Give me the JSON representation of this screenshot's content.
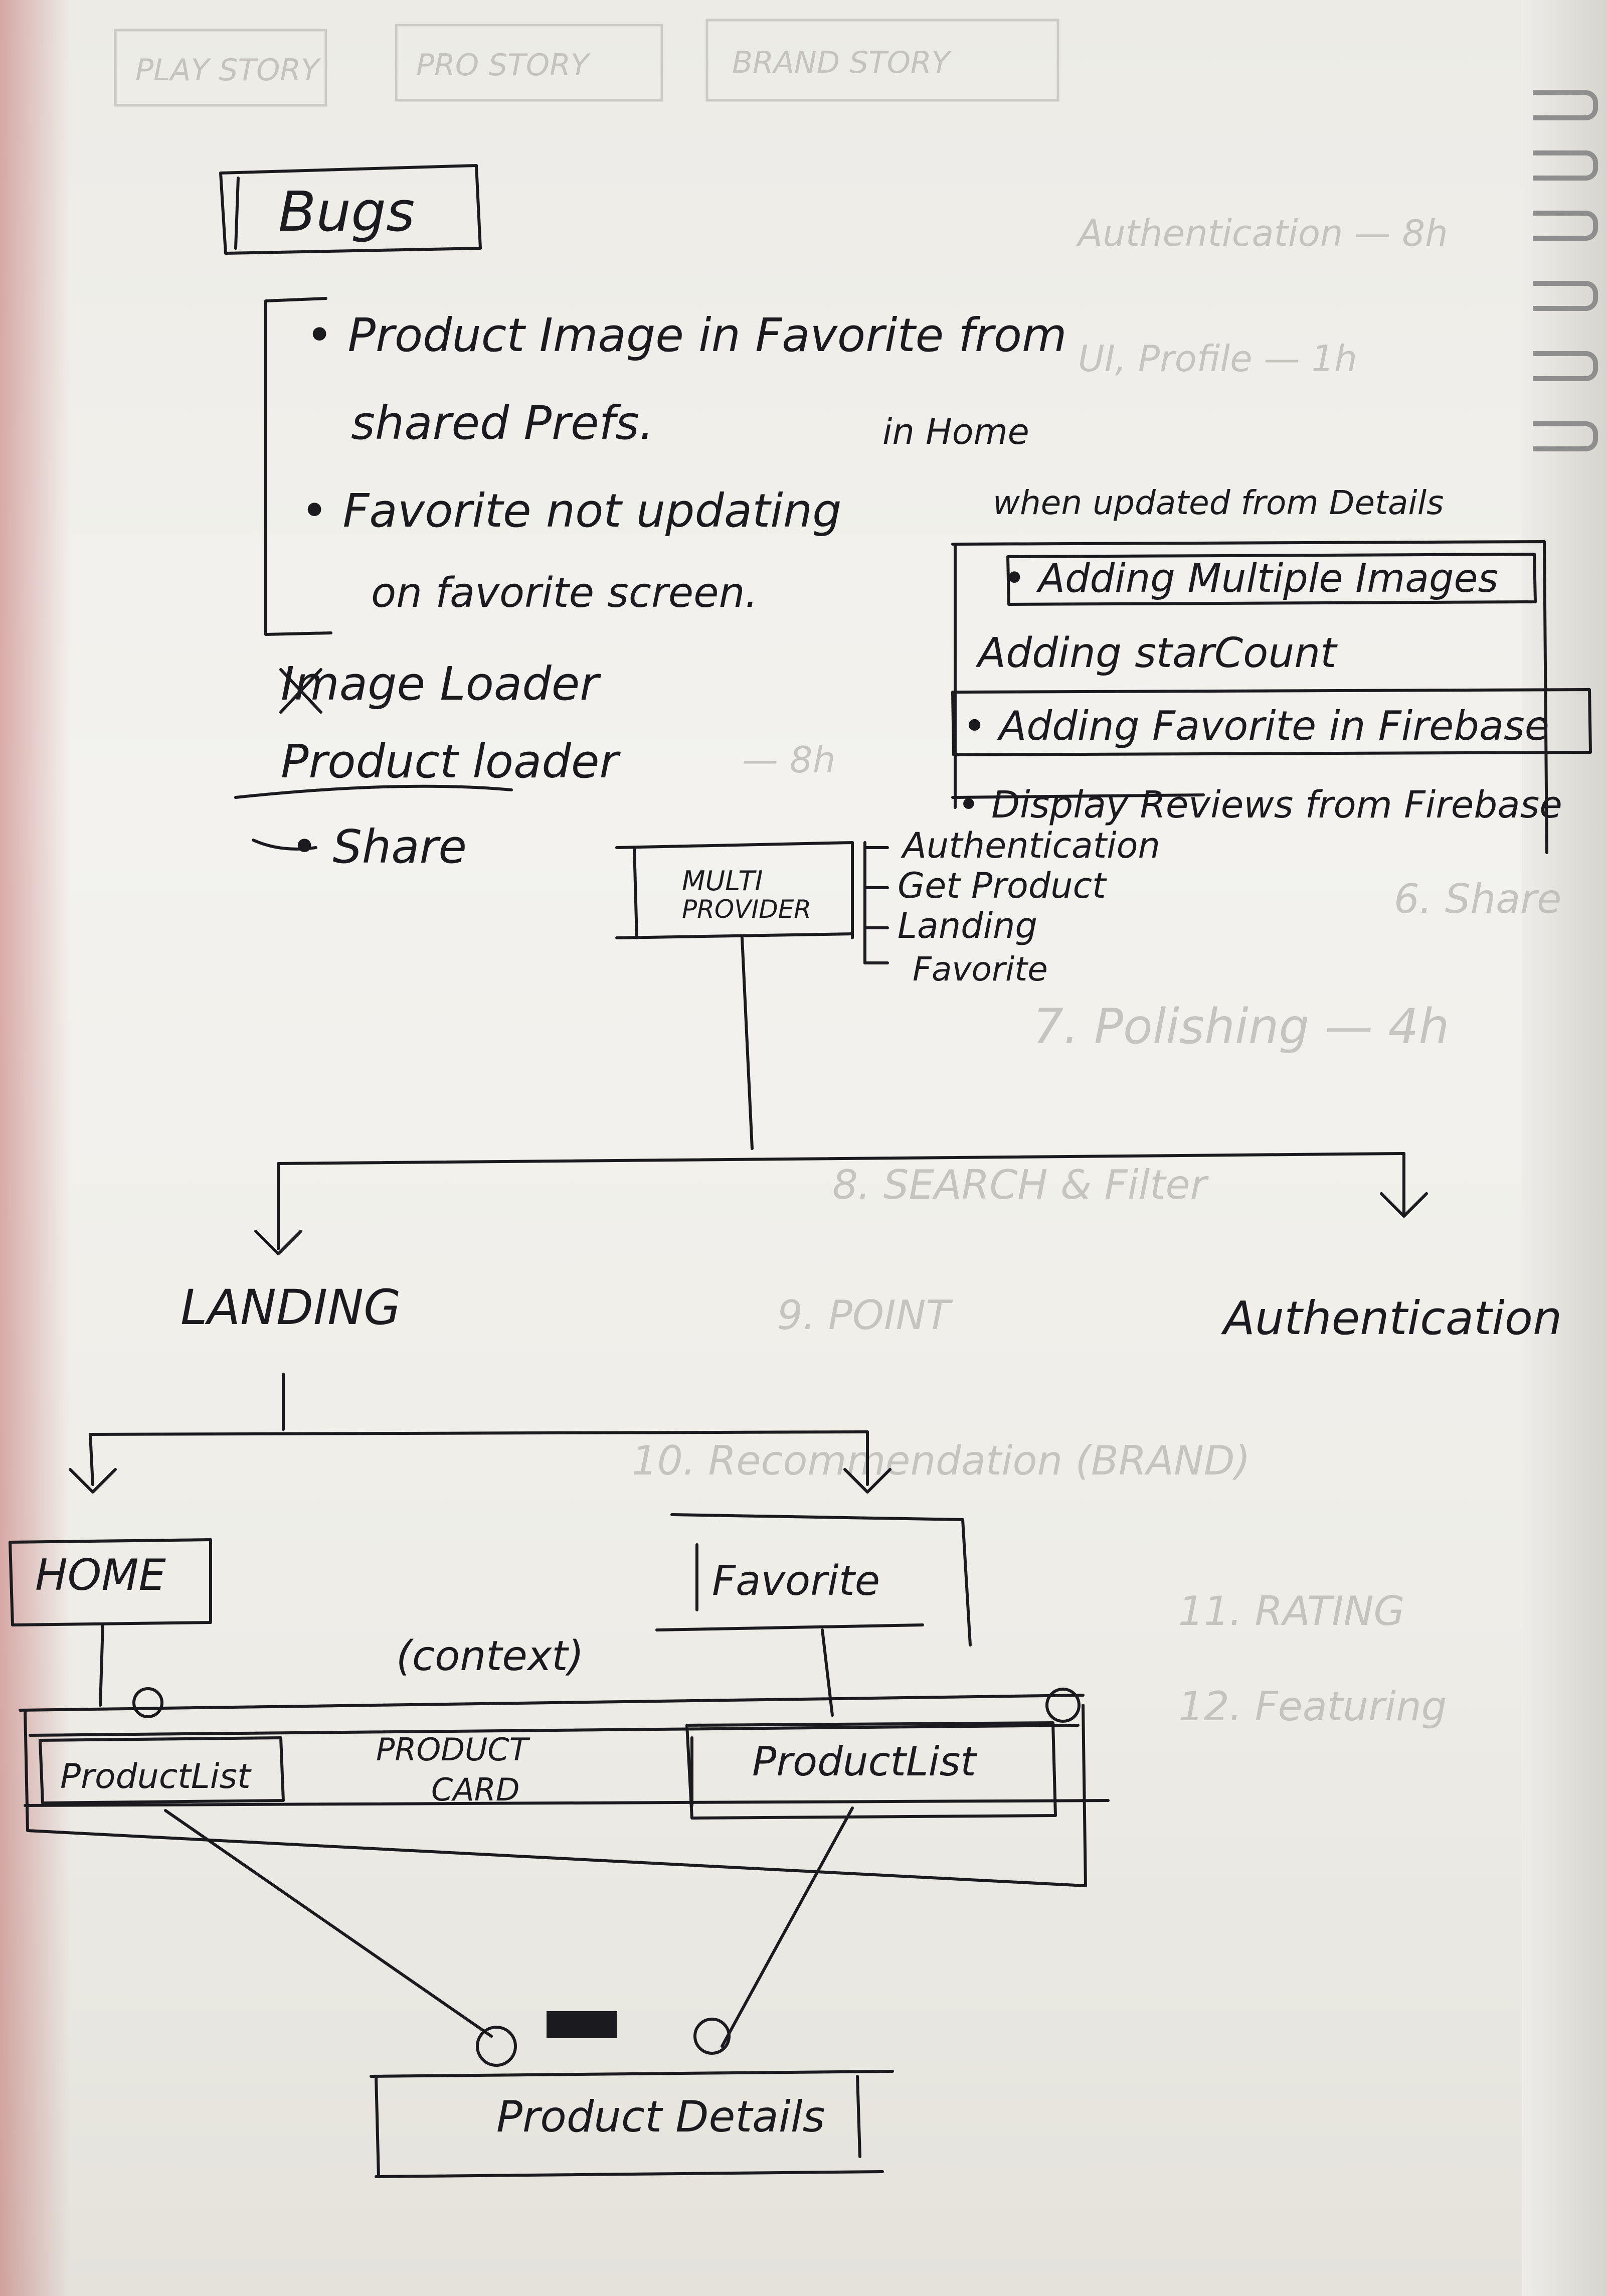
{
  "ghost_tabs": [
    "PLAY STORY",
    "PRO STORY",
    "BRAND STORY"
  ],
  "ghost_notes": [
    "Authentication — 8h",
    "UI, Profile — 1h",
    "— 8h",
    "6. Share",
    "7. Polishing — 4h",
    "8. SEARCH & Filter",
    "9. POINT",
    "10. Recommendation (BRAND)",
    "11. RATING",
    "12. Featuring"
  ],
  "bugs": {
    "title": "Bugs",
    "items": [
      "• Product Image in Favorite from",
      "shared Prefs.",
      "in Home",
      "• Favorite not updating",
      "when updated from Details",
      "on favorite screen."
    ]
  },
  "todo_box": {
    "items": [
      "• Adding Multiple Images",
      "Adding starCount",
      "• Adding Favorite in Firebase",
      "• Display Reviews from Firebase"
    ]
  },
  "done_list": [
    "Image Loader",
    "Product loader",
    "• Share"
  ],
  "provider": {
    "label_line1": "MULTI",
    "label_line2": "PROVIDER",
    "children": [
      "Authentication",
      "Get Product",
      "Landing",
      "Favorite"
    ]
  },
  "tree": {
    "left_branch": "LANDING",
    "right_branch": "Authentication",
    "home": "HOME",
    "favorite": "Favorite",
    "context": "(context)",
    "product_list_left": "ProductList",
    "product_card_line1": "PRODUCT",
    "product_card_line2": "CARD",
    "product_list_right": "ProductList",
    "product_details": "Product Details"
  }
}
